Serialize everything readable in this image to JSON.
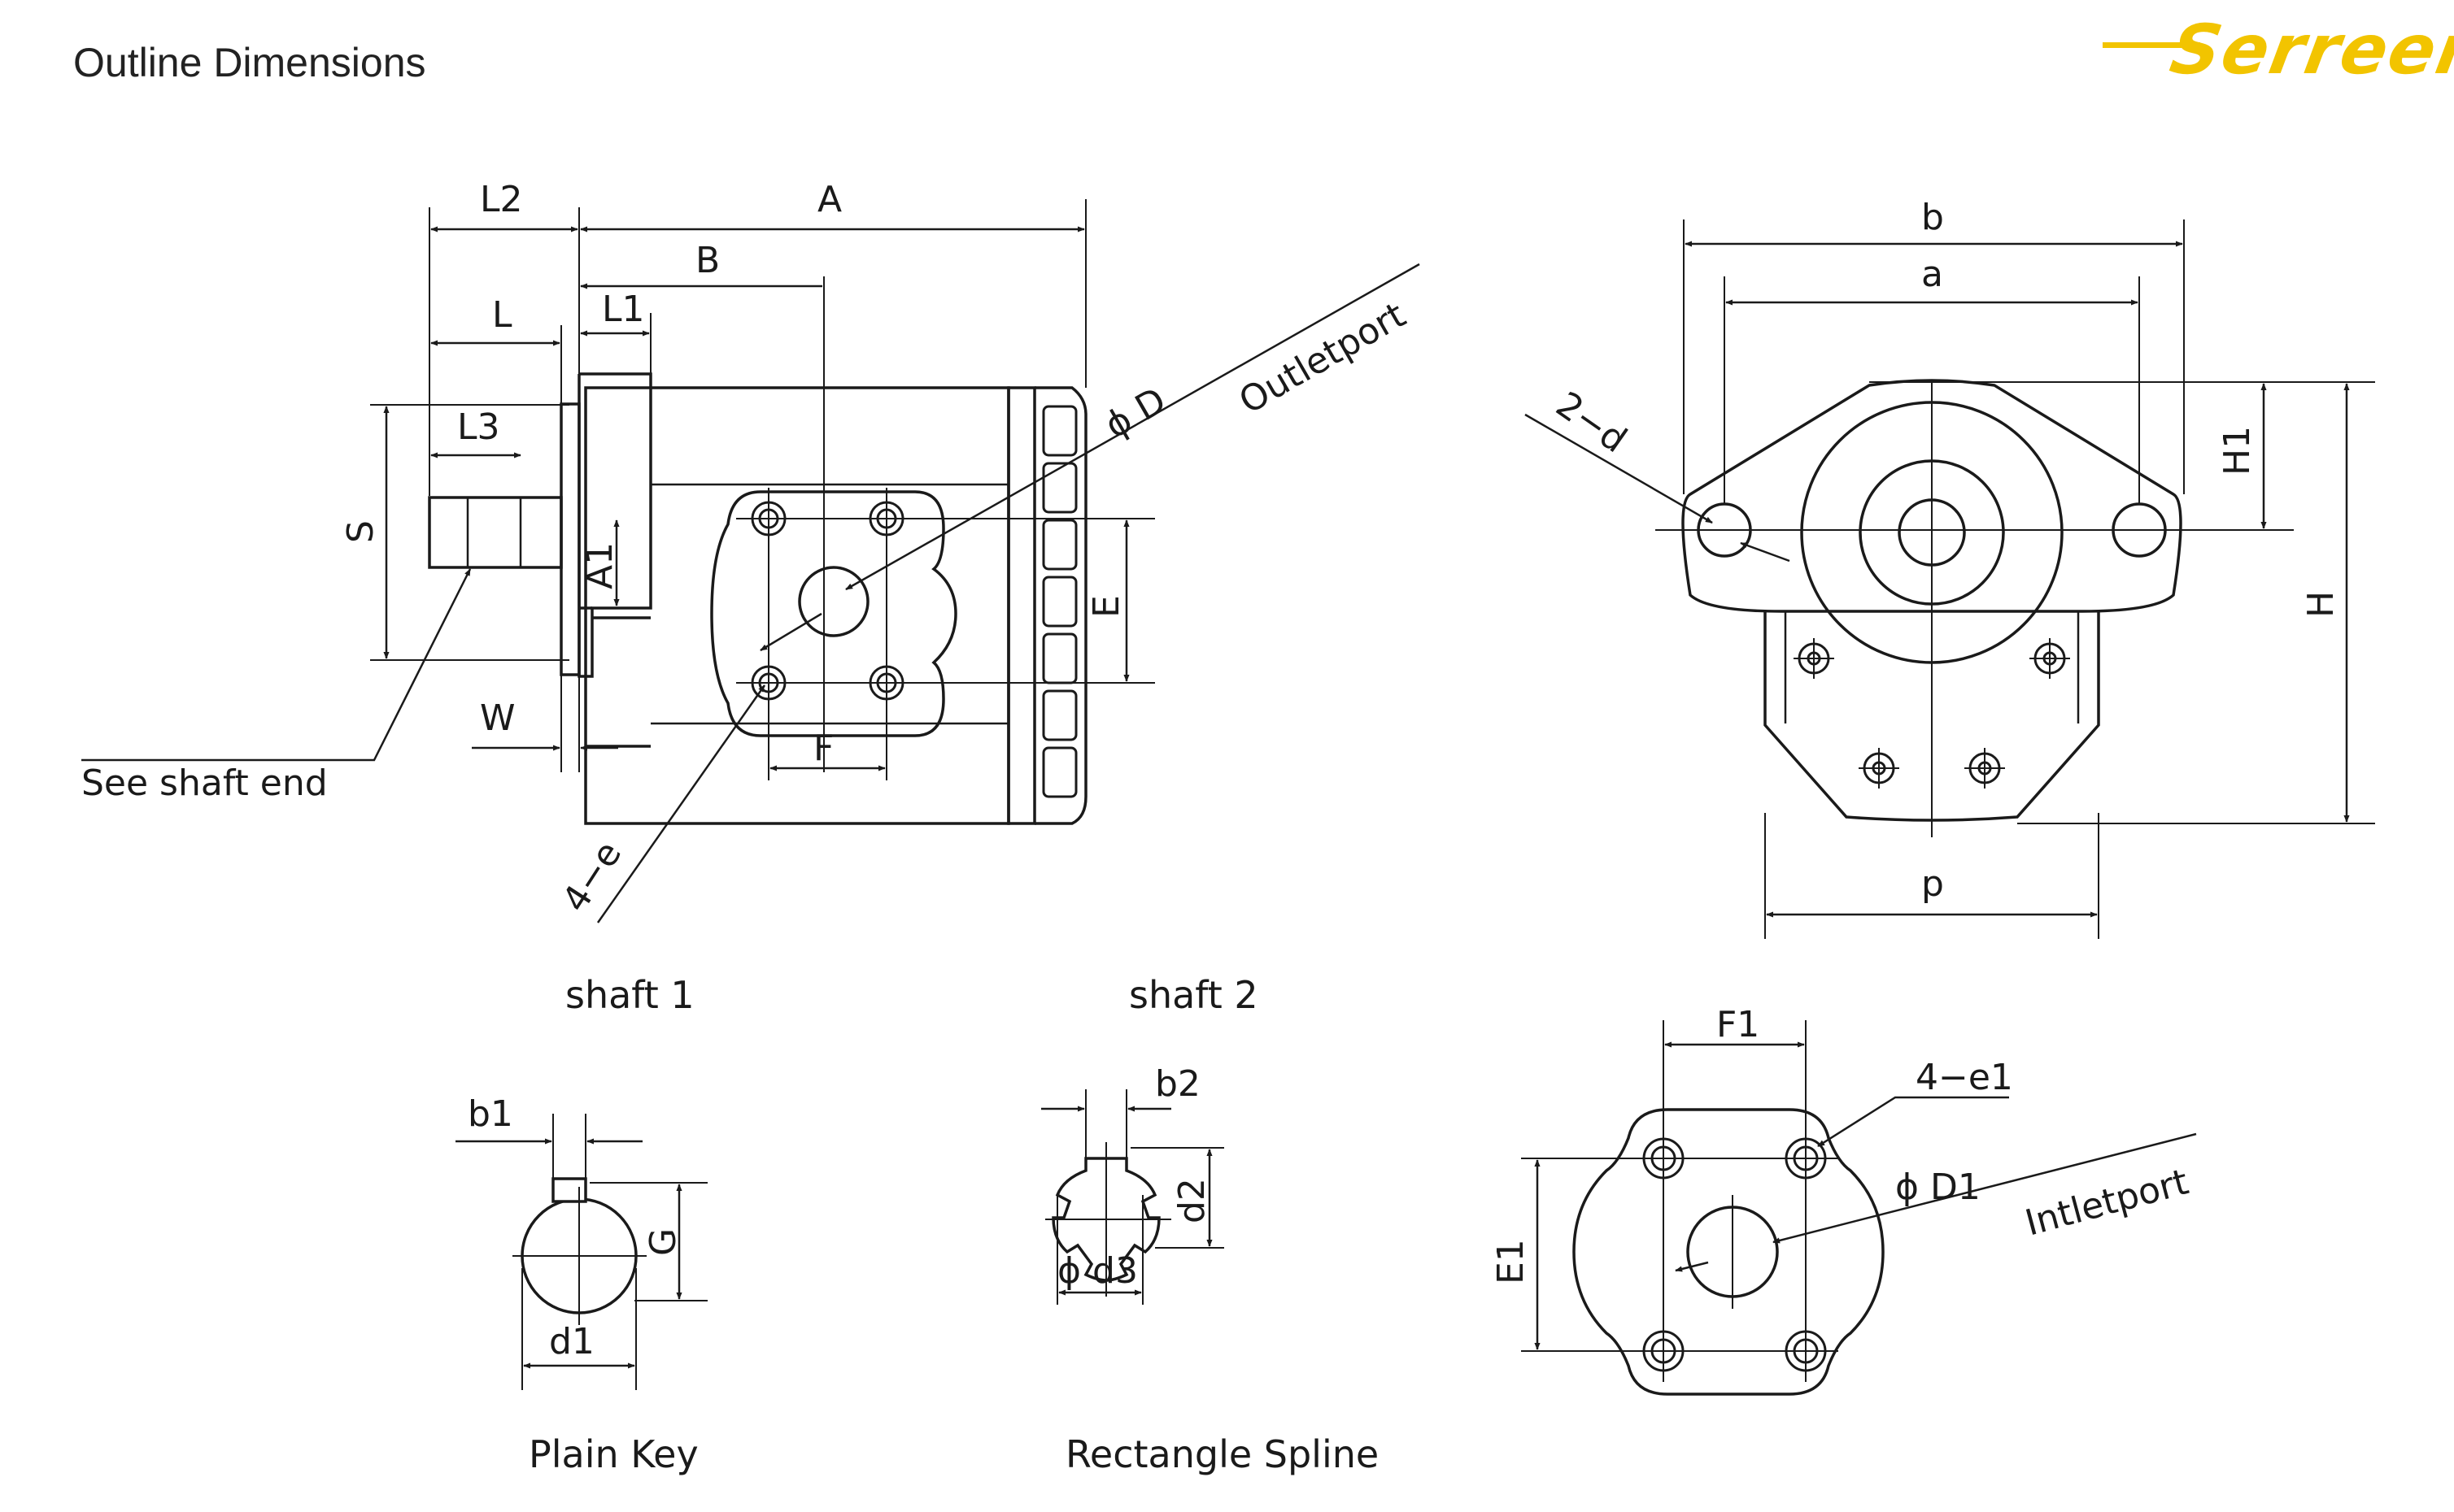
{
  "header": {
    "title": "Outline Dimensions"
  },
  "logo": {
    "text": "Serreen",
    "color": "#f2c400"
  },
  "colors": {
    "line": "#1a1a1a",
    "background": "#ffffff"
  },
  "side_view": {
    "dims": {
      "L2": "L2",
      "A": "A",
      "B": "B",
      "L": "L",
      "L1": "L1",
      "L3": "L3",
      "S": "S",
      "A1": "A1",
      "E": "E",
      "F": "F",
      "W": "W",
      "phiD": "ϕ D"
    },
    "outlet_label": "Outletport",
    "holes_label": "4−e",
    "shaft_end_label": "See shaft end"
  },
  "front_view": {
    "dims": {
      "b": "b",
      "a": "a",
      "H1": "H1",
      "H": "H",
      "p": "p"
    },
    "mount_holes_label": "2−d"
  },
  "shaft1": {
    "title": "shaft 1",
    "caption": "Plain Key",
    "dims": {
      "b1": "b1",
      "G": "G",
      "d1": "d1"
    }
  },
  "shaft2": {
    "title": "shaft 2",
    "caption": "Rectangle Spline",
    "dims": {
      "b2": "b2",
      "d2": "d2",
      "d3": "ϕ d3"
    }
  },
  "inlet_view": {
    "dims": {
      "F1": "F1",
      "E1": "E1",
      "phiD1": "ϕ D1"
    },
    "holes_label": "4−e1",
    "inlet_label": "Intletport"
  }
}
